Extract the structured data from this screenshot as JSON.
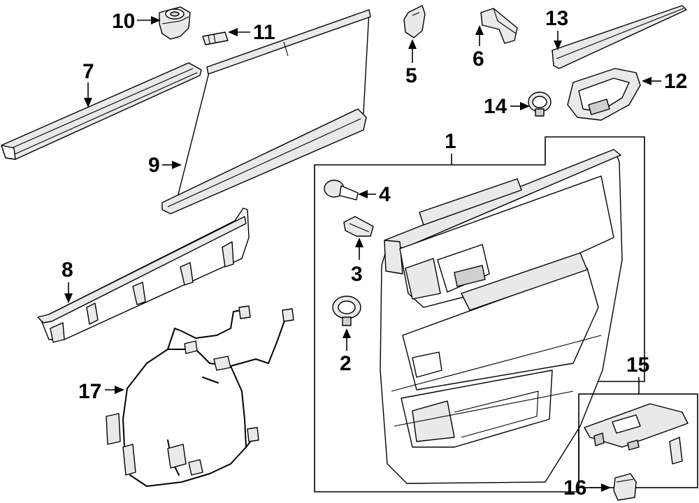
{
  "diagram": {
    "callouts": [
      {
        "id": "callout-1",
        "label": "1"
      },
      {
        "id": "callout-2",
        "label": "2"
      },
      {
        "id": "callout-3",
        "label": "3"
      },
      {
        "id": "callout-4",
        "label": "4"
      },
      {
        "id": "callout-5",
        "label": "5"
      },
      {
        "id": "callout-6",
        "label": "6"
      },
      {
        "id": "callout-7",
        "label": "7"
      },
      {
        "id": "callout-8",
        "label": "8"
      },
      {
        "id": "callout-9",
        "label": "9"
      },
      {
        "id": "callout-10",
        "label": "10"
      },
      {
        "id": "callout-11",
        "label": "11"
      },
      {
        "id": "callout-12",
        "label": "12"
      },
      {
        "id": "callout-13",
        "label": "13"
      },
      {
        "id": "callout-14",
        "label": "14"
      },
      {
        "id": "callout-15",
        "label": "15"
      },
      {
        "id": "callout-16",
        "label": "16"
      },
      {
        "id": "callout-17",
        "label": "17"
      }
    ]
  }
}
